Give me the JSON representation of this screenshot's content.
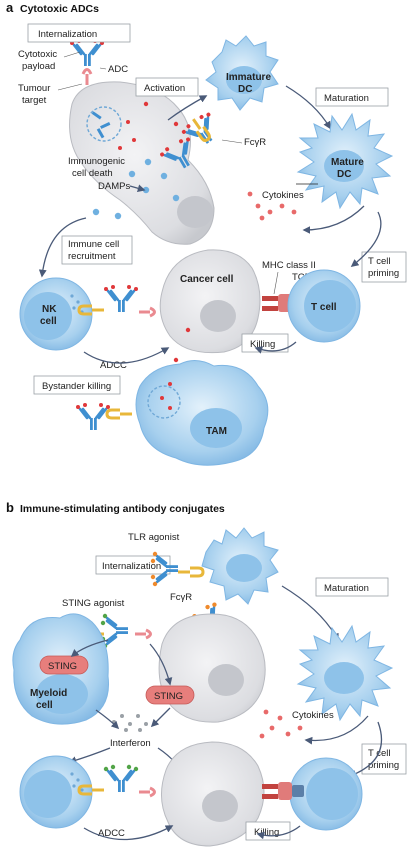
{
  "panel_a": {
    "letter": "a",
    "title": "Cytotoxic ADCs",
    "labels": {
      "internalization": "Internalization",
      "cytotoxic_payload_1": "Cytotoxic",
      "cytotoxic_payload_2": "payload",
      "adc": "ADC",
      "tumour_target_1": "Tumour",
      "tumour_target_2": "target",
      "activation": "Activation",
      "immature_dc_1": "Immature",
      "immature_dc_2": "DC",
      "maturation": "Maturation",
      "fcgr": "FcγR",
      "icd_1": "Immunogenic",
      "icd_2": "cell death",
      "damps": "DAMPs",
      "mature_dc_1": "Mature",
      "mature_dc_2": "DC",
      "cytokines": "Cytokines",
      "immune_recruit_1": "Immune cell",
      "immune_recruit_2": "recruitment",
      "cancer_cell": "Cancer cell",
      "mhc": "MHC class II",
      "tcr": "TCR",
      "t_cell_priming_1": "T cell",
      "t_cell_priming_2": "priming",
      "nk_1": "NK",
      "nk_2": "cell",
      "t_cell": "T cell",
      "adcc": "ADCC",
      "killing": "Killing",
      "bystander": "Bystander killing",
      "tam": "TAM"
    }
  },
  "panel_b": {
    "letter": "b",
    "title": "Immune-stimulating antibody conjugates",
    "labels": {
      "tlr_agonist": "TLR agonist",
      "internalization": "Internalization",
      "fcgr": "FcγR",
      "maturation": "Maturation",
      "sting_agonist": "STING agonist",
      "sting_1": "STING",
      "sting_2": "STING",
      "myeloid_1": "Myeloid",
      "myeloid_2": "cell",
      "interferon": "Interferon",
      "cytokines": "Cytokines",
      "t_cell_priming_1": "T cell",
      "t_cell_priming_2": "priming",
      "adcc": "ADCC",
      "killing": "Killing"
    }
  },
  "colors": {
    "antibody_blue": "#3f8fd0",
    "payload_red": "#e0383a",
    "fc_receptor_yellow": "#e8b73a",
    "tumour_target_pink": "#ea8a90",
    "immune_cell_blue": "#a9d2ef",
    "cancer_cell_grey": "#dedfe3",
    "sting_red": "#e77e7c",
    "tlr_agonist_orange": "#ef8a2c",
    "sting_agonist_green": "#52a447"
  }
}
